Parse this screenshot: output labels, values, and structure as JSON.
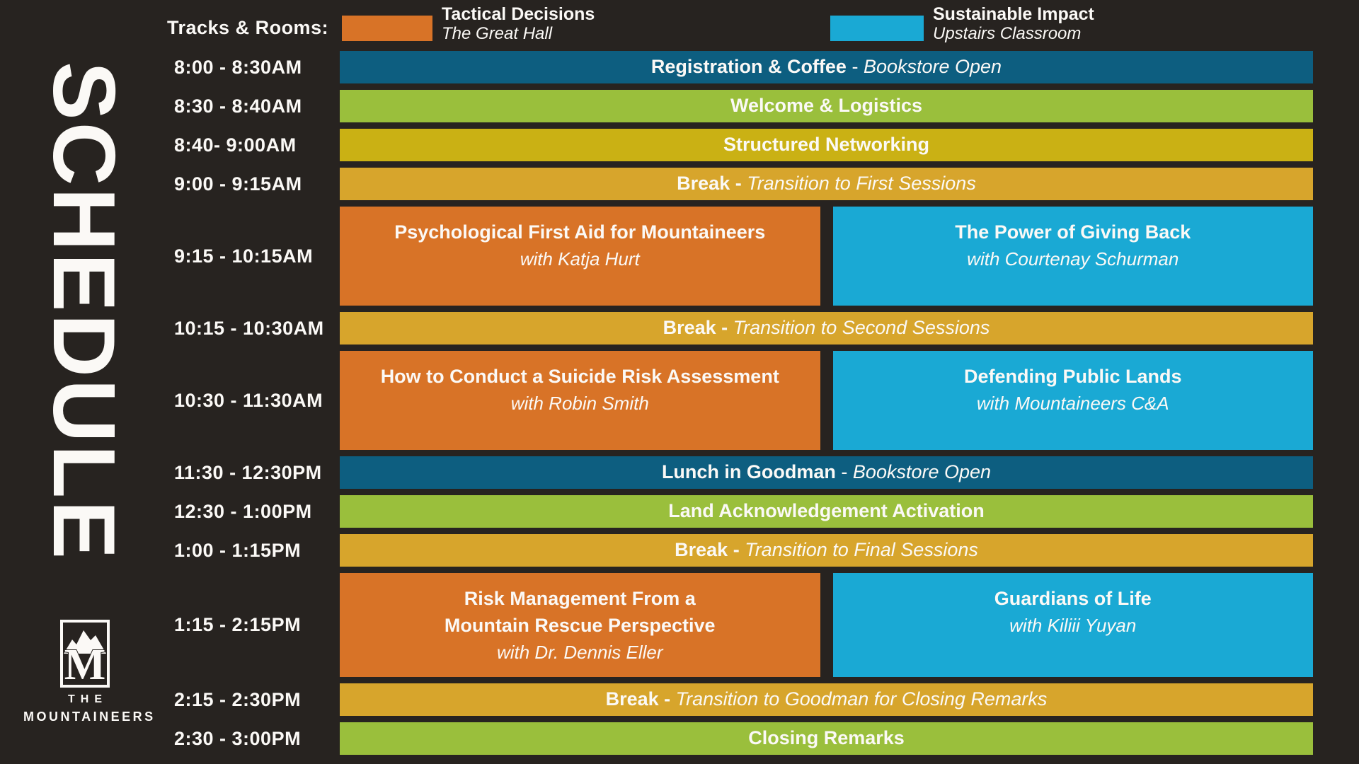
{
  "poster": {
    "vertical_title": "SCHEDULE",
    "background_color": "#272320"
  },
  "logo": {
    "monogram": "M",
    "line1": "THE",
    "line2": "MOUNTAINEERS"
  },
  "legend": {
    "label": "Tracks & Rooms:",
    "tracks": [
      {
        "name": "Tactical Decisions",
        "room": "The Great Hall",
        "color": "#d87327"
      },
      {
        "name": "Sustainable Impact",
        "room": "Upstairs Classroom",
        "color": "#1aa9d4"
      }
    ]
  },
  "palette": {
    "teal": "#0d5e80",
    "green": "#9abf3c",
    "mustard": "#cab114",
    "gold": "#d7a52c",
    "orange": "#d87327",
    "blue": "#1aa9d4",
    "text": "#fbf9f6"
  },
  "rows": [
    {
      "time": "8:00 - 8:30AM",
      "color": "teal",
      "bold": "Registration & Coffee",
      "sep": " - ",
      "italic": "Bookstore Open"
    },
    {
      "time": "8:30 - 8:40AM",
      "color": "green",
      "bold": "Welcome & Logistics"
    },
    {
      "time": "8:40- 9:00AM",
      "color": "mustard",
      "bold": "Structured Networking"
    },
    {
      "time": "9:00 - 9:15AM",
      "color": "gold",
      "bold": "Break -",
      "sep": " ",
      "italic": "Transition to First Sessions"
    },
    {
      "time": "9:15 - 10:15AM",
      "color": "session",
      "left": {
        "title": "Psychological First Aid for Mountaineers",
        "speaker": "with Katja Hurt"
      },
      "right": {
        "title": "The Power of Giving Back",
        "speaker": "with Courtenay Schurman"
      }
    },
    {
      "time": "10:15 - 10:30AM",
      "color": "gold",
      "bold": "Break -",
      "sep": " ",
      "italic": "Transition to Second Sessions"
    },
    {
      "time": "10:30 - 11:30AM",
      "color": "session",
      "left": {
        "title": "How to Conduct a Suicide Risk Assessment",
        "speaker": "with Robin Smith"
      },
      "right": {
        "title": "Defending Public Lands",
        "speaker": "with Mountaineers C&A"
      }
    },
    {
      "time": "11:30 - 12:30PM",
      "color": "teal",
      "bold": "Lunch in Goodman",
      "sep": " - ",
      "italic": "Bookstore Open"
    },
    {
      "time": "12:30 - 1:00PM",
      "color": "green",
      "bold": "Land Acknowledgement Activation"
    },
    {
      "time": "1:00 - 1:15PM",
      "color": "gold",
      "bold": "Break -",
      "sep": " ",
      "italic": "Transition to Final Sessions"
    },
    {
      "time": "1:15 - 2:15PM",
      "color": "session",
      "left": {
        "title": "Risk Management From a",
        "title2": "Mountain Rescue Perspective",
        "speaker": "with Dr. Dennis Eller"
      },
      "right": {
        "title": "Guardians of Life",
        "speaker": "with Kiliii Yuyan"
      }
    },
    {
      "time": "2:15 - 2:30PM",
      "color": "gold",
      "bold": "Break -",
      "sep": " ",
      "italic": "Transition to Goodman for Closing Remarks"
    },
    {
      "time": "2:30 - 3:00PM",
      "color": "green",
      "bold": "Closing Remarks"
    }
  ]
}
